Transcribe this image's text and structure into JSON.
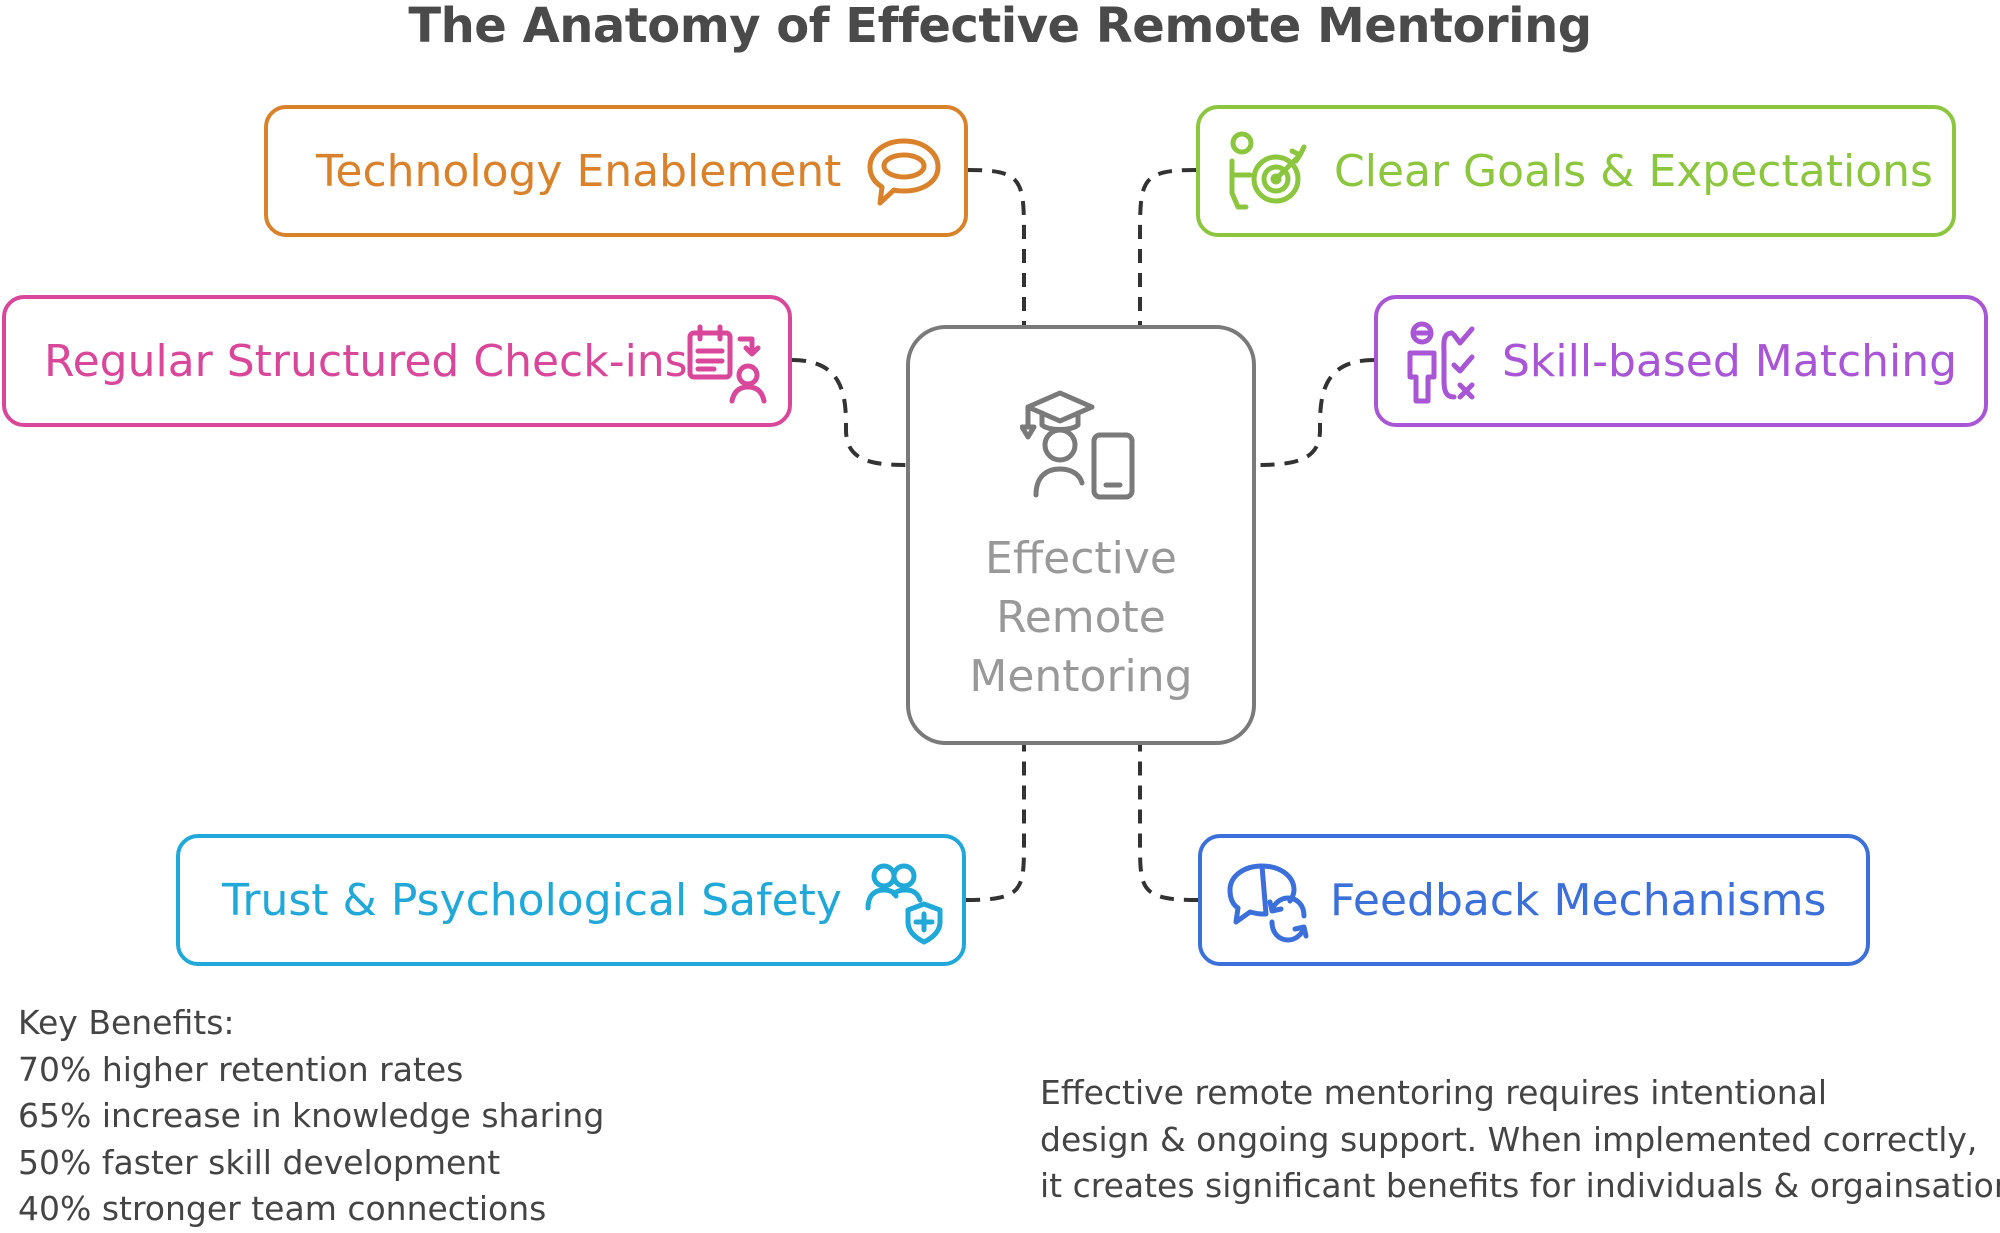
{
  "title": "The Anatomy of Effective Remote Mentoring",
  "center": {
    "lines": [
      "Effective",
      "Remote",
      "Mentoring"
    ],
    "icon": "mentor-graduation-cap-mobile-icon",
    "color": "#7a7a7a"
  },
  "branches": [
    {
      "id": "technology",
      "label": "Technology Enablement",
      "icon": "speech-bubble-icon",
      "color": "#d9822b"
    },
    {
      "id": "goals",
      "label": "Clear Goals & Expectations",
      "icon": "person-target-icon",
      "color": "#8cc63f"
    },
    {
      "id": "checkins",
      "label": "Regular Structured Check-ins",
      "icon": "clipboard-person-icon",
      "color": "#d9479a"
    },
    {
      "id": "matching",
      "label": "Skill-based Matching",
      "icon": "person-checklist-icon",
      "color": "#a855d6"
    },
    {
      "id": "trust",
      "label": "Trust & Psychological Safety",
      "icon": "people-shield-icon",
      "color": "#1fa8d8"
    },
    {
      "id": "feedback",
      "label": "Feedback Mechanisms",
      "icon": "chat-refresh-icon",
      "color": "#3b6fd9"
    }
  ],
  "benefits": [
    "Key Benefits:",
    "70% higher retention rates",
    "65% increase in knowledge sharing",
    "50% faster skill development",
    "40% stronger team connections"
  ],
  "summary": [
    "Effective remote mentoring requires intentional",
    "design & ongoing support. When implemented correctly,",
    "it creates significant benefits for individuals & orgainsations"
  ],
  "connector_color": "#333333"
}
